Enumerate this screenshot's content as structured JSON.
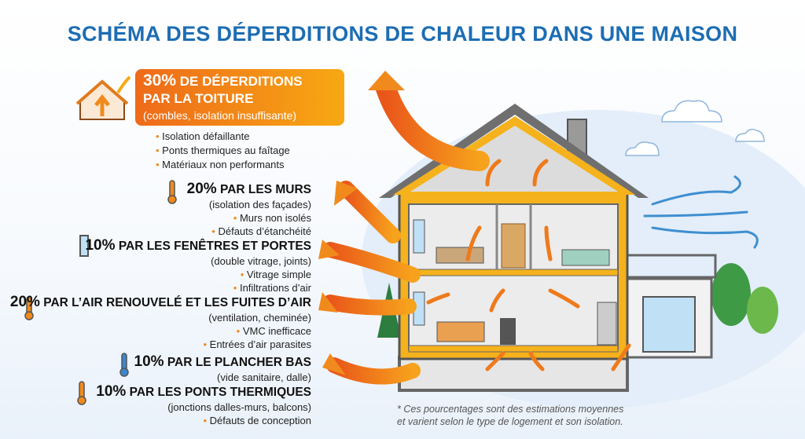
{
  "title": "SCHÉMA DES DÉPERDITIONS DE CHALEUR DANS UNE MAISON",
  "roof": {
    "pct": "30%",
    "label1": "DE DÉPERDITIONS",
    "label2": "PAR LA TOITURE",
    "detail": "(combles, isolation insuffisante)",
    "bullets": [
      "Isolation défaillante",
      "Ponts thermiques au faîtage",
      "Matériaux non performants"
    ],
    "icon": "house-heat-icon"
  },
  "sections": [
    {
      "pct": "20%",
      "label": "PAR LES MURS",
      "detail": "(isolation des façades)",
      "bullets": [
        "Murs non isolés",
        "Défauts d’étanchéité"
      ],
      "icon": "thermometer-icon"
    },
    {
      "pct": "10%",
      "label": "PAR LES FENÊTRES ET PORTES",
      "detail": "(double vitrage, joints)",
      "bullets": [
        "Vitrage simple",
        "Infiltrations d’air"
      ],
      "icon": "window-icon"
    },
    {
      "pct": "20%",
      "label": "PAR L’AIR RENOUVELÉ ET LES FUITES D’AIR",
      "detail": "(ventilation, cheminée)",
      "bullets": [
        "VMC inefficace",
        "Entrées d’air parasites"
      ],
      "icon": "thermometer-icon"
    },
    {
      "pct": "10%",
      "label": "PAR LE PLANCHER BAS",
      "detail": "(vide sanitaire, dalle)",
      "bullets": [],
      "icon": "thermometer-cold-icon"
    },
    {
      "pct": "10%",
      "label": "PAR LES PONTS THERMIQUES",
      "detail": "(jonctions dalles-murs, balcons)",
      "bullets": [
        "Défauts de conception"
      ],
      "icon": "thermometer-icon"
    }
  ],
  "note": [
    "* Ces pourcentages sont des estimations moyennes",
    "et varient selon le type de logement et son isolation."
  ],
  "colors": {
    "title": "#1d6db3",
    "accent": "#f08a1c",
    "insulation": "#f6b21c"
  }
}
